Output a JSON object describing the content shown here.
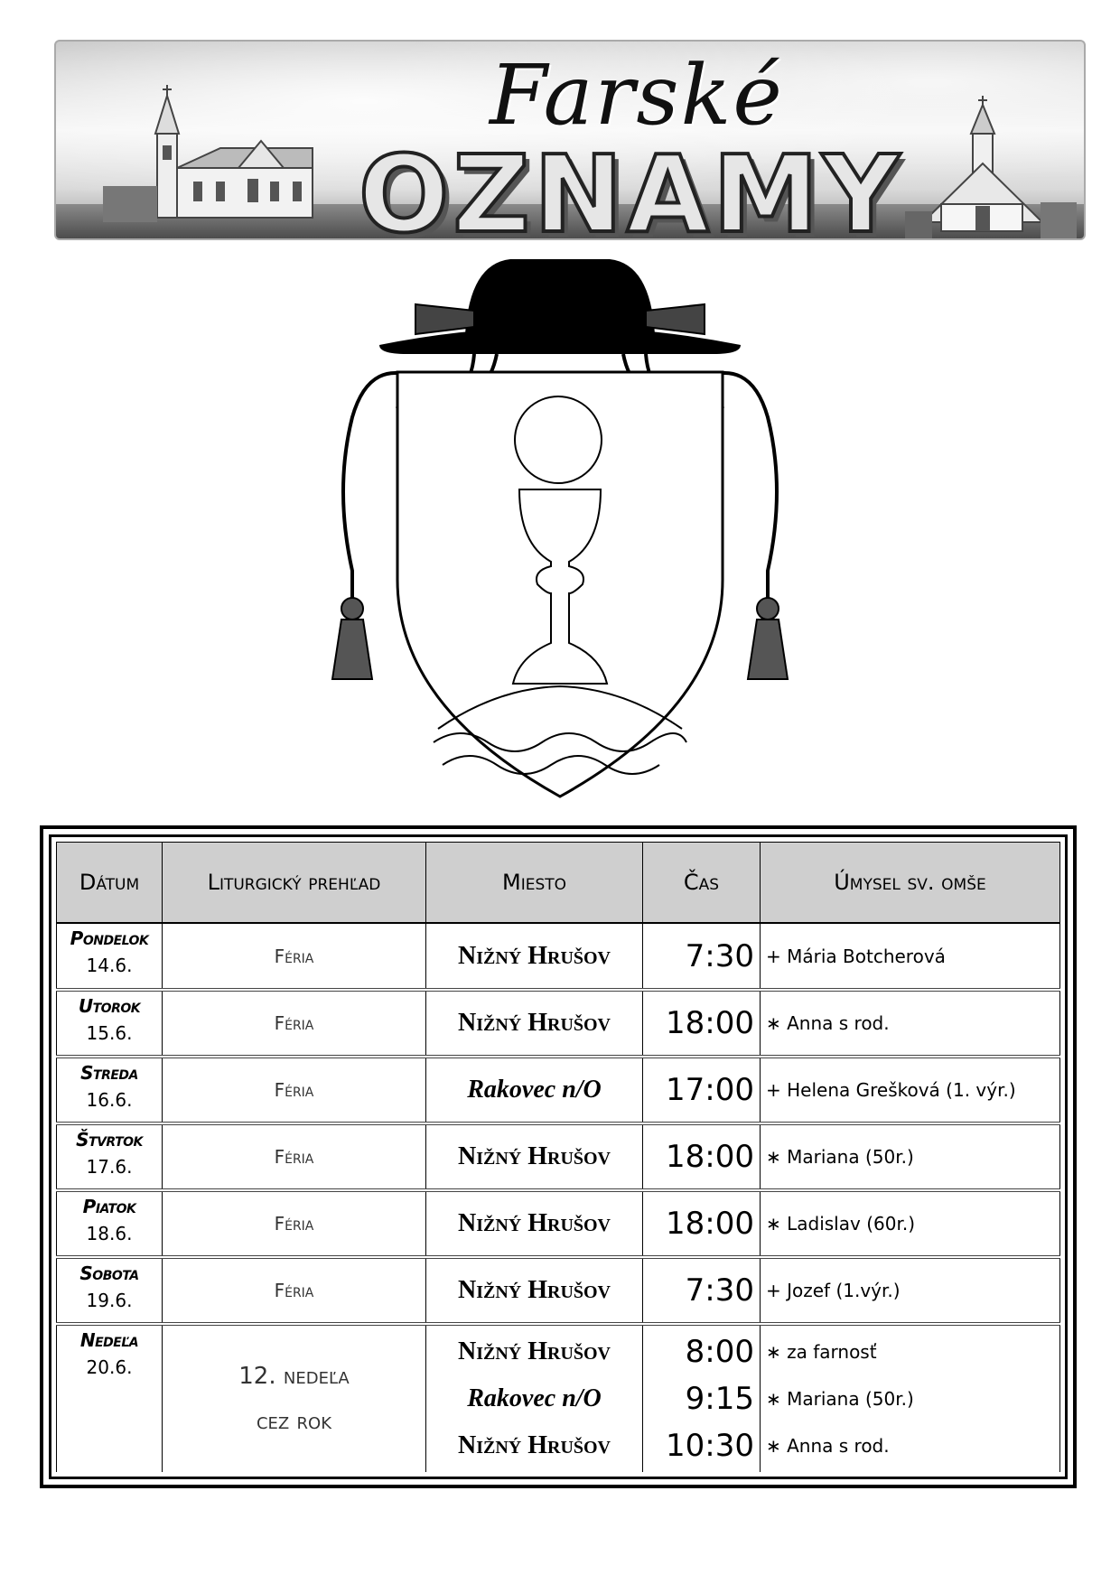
{
  "banner": {
    "title_script": "Farské",
    "title_main": "OZNAMY"
  },
  "table": {
    "headers": {
      "date": "Dátum",
      "liturgy": "Liturgický prehľad",
      "place": "Miesto",
      "time": "Čas",
      "intention": "Úmysel sv. omše"
    },
    "rows": [
      {
        "day": "Pondelok",
        "date": "14.6.",
        "liturgy": "Féria",
        "place": "Nižný Hrušov",
        "time": "7:30",
        "intention": "+ Mária Botcherová"
      },
      {
        "day": "Utorok",
        "date": "15.6.",
        "liturgy": "Féria",
        "place": "Nižný Hrušov",
        "time": "18:00",
        "intention": "∗ Anna s rod."
      },
      {
        "day": "Streda",
        "date": "16.6.",
        "liturgy": "Féria",
        "place": "Rakovec n/O",
        "time": "17:00",
        "intention": "+ Helena Grešková (1. výr.)"
      },
      {
        "day": "Štvrtok",
        "date": "17.6.",
        "liturgy": "Féria",
        "place": "Nižný Hrušov",
        "time": "18:00",
        "intention": "∗ Mariana (50r.)"
      },
      {
        "day": "Piatok",
        "date": "18.6.",
        "liturgy": "Féria",
        "place": "Nižný Hrušov",
        "time": "18:00",
        "intention": "∗ Ladislav (60r.)"
      },
      {
        "day": "Sobota",
        "date": "19.6.",
        "liturgy": "Féria",
        "place": "Nižný Hrušov",
        "time": "7:30",
        "intention": "+ Jozef (1.výr.)"
      }
    ],
    "sunday": {
      "day": "Nedeľa",
      "date": "20.6.",
      "liturgy_line1": "12. nedeľa",
      "liturgy_line2": "cez rok",
      "masses": [
        {
          "place": "Nižný Hrušov",
          "time": "8:00",
          "intention": "∗ za farnosť"
        },
        {
          "place": "Rakovec n/O",
          "time": "9:15",
          "intention": "∗ Mariana (50r.)"
        },
        {
          "place": "Nižný Hrušov",
          "time": "10:30",
          "intention": "∗ Anna s rod."
        }
      ]
    }
  }
}
